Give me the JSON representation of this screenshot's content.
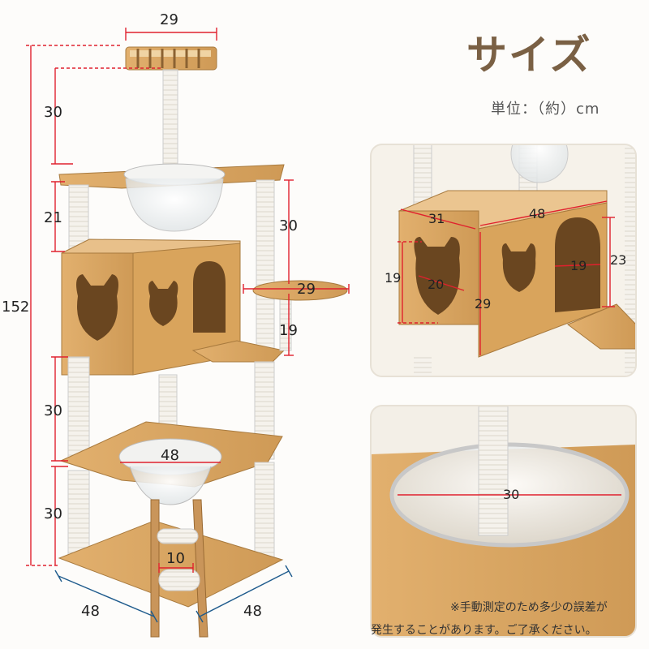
{
  "title": "サイズ",
  "unit": "単位：（約）cm",
  "colors": {
    "wood": "#d9a866",
    "wood_dark": "#b98440",
    "rope": "#f4f1ea",
    "red": "#e0212e",
    "panel_bg": "#efe9dd",
    "title": "#7a6044"
  },
  "main": {
    "height_total": "152",
    "top_width": "29",
    "seg_top": "30",
    "seg_condo": "21",
    "right_post": "30",
    "side_platform": "29",
    "right_lower": "19",
    "seg_mid": "30",
    "bowl": "48",
    "seg_low": "30",
    "ladder": "10",
    "base_left": "48",
    "base_right": "48"
  },
  "condo_detail": {
    "depth": "31",
    "width": "48",
    "door_h": "19",
    "door_w": "20",
    "side_door": "19",
    "right_h": "23",
    "height": "29"
  },
  "bowl_detail": {
    "diameter": "30"
  },
  "notes": [
    "※手動測定のため多少の誤差が",
    "発生することがあります。ご了承ください。"
  ]
}
